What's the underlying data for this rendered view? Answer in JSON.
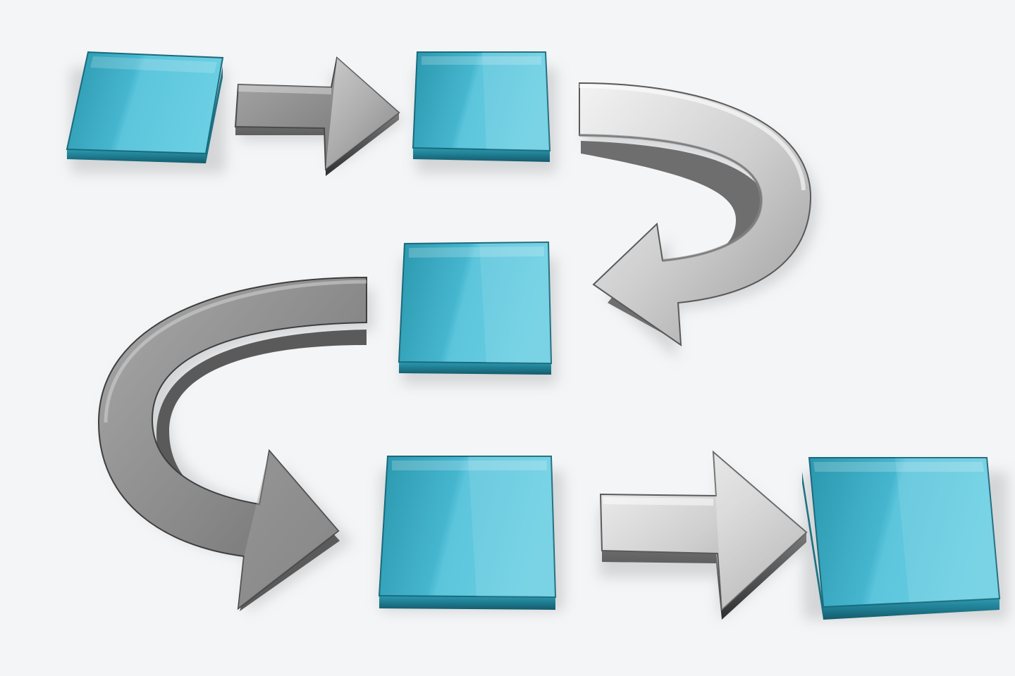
{
  "palette": {
    "background": "#f4f5f6",
    "block_light": "#63cbe0",
    "block_mid": "#44b3cc",
    "block_dark": "#23869c",
    "block_edge": "#145e70",
    "metal_light": "#f2f2f2",
    "metal_mid": "#b9b9b9",
    "metal_dark": "#6b6b6b",
    "metal_edge": "#3b3b3b",
    "shadow": "#b9bcbf"
  },
  "flow": {
    "steps": [
      {
        "name": "process-step-1"
      },
      {
        "name": "process-step-2"
      },
      {
        "name": "process-step-3"
      },
      {
        "name": "process-step-4"
      },
      {
        "name": "process-step-5"
      }
    ],
    "connectors": [
      {
        "name": "straight-arrow-1",
        "shape": "straight",
        "from": 1,
        "to": 2
      },
      {
        "name": "u-turn-arrow-right",
        "shape": "u-turn-left",
        "from": 2,
        "to": 3
      },
      {
        "name": "u-turn-arrow-left",
        "shape": "u-turn-right",
        "from": 3,
        "to": 4
      },
      {
        "name": "straight-arrow-2",
        "shape": "straight",
        "from": 4,
        "to": 5
      }
    ]
  }
}
